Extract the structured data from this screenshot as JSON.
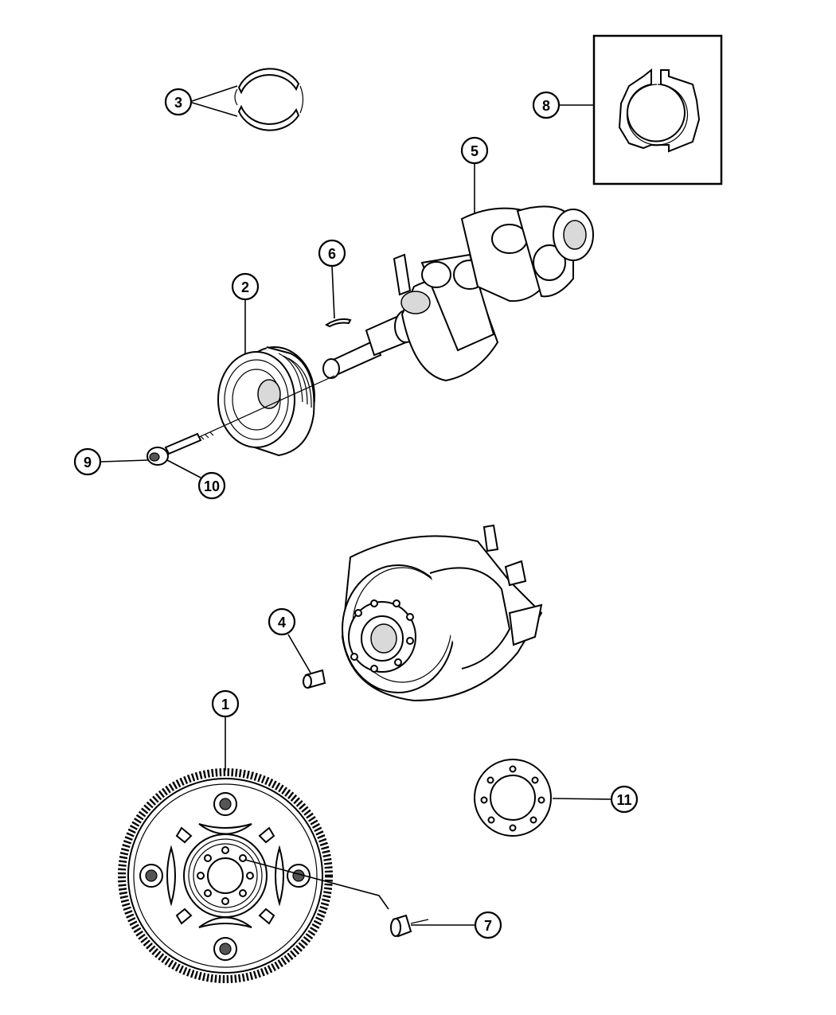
{
  "diagram": {
    "callouts": [
      {
        "id": "1",
        "label": "1"
      },
      {
        "id": "2",
        "label": "2"
      },
      {
        "id": "3",
        "label": "3"
      },
      {
        "id": "4",
        "label": "4"
      },
      {
        "id": "5",
        "label": "5"
      },
      {
        "id": "6",
        "label": "6"
      },
      {
        "id": "7",
        "label": "7"
      },
      {
        "id": "8",
        "label": "8"
      },
      {
        "id": "9",
        "label": "9"
      },
      {
        "id": "10",
        "label": "10"
      },
      {
        "id": "11",
        "label": "11"
      }
    ]
  }
}
